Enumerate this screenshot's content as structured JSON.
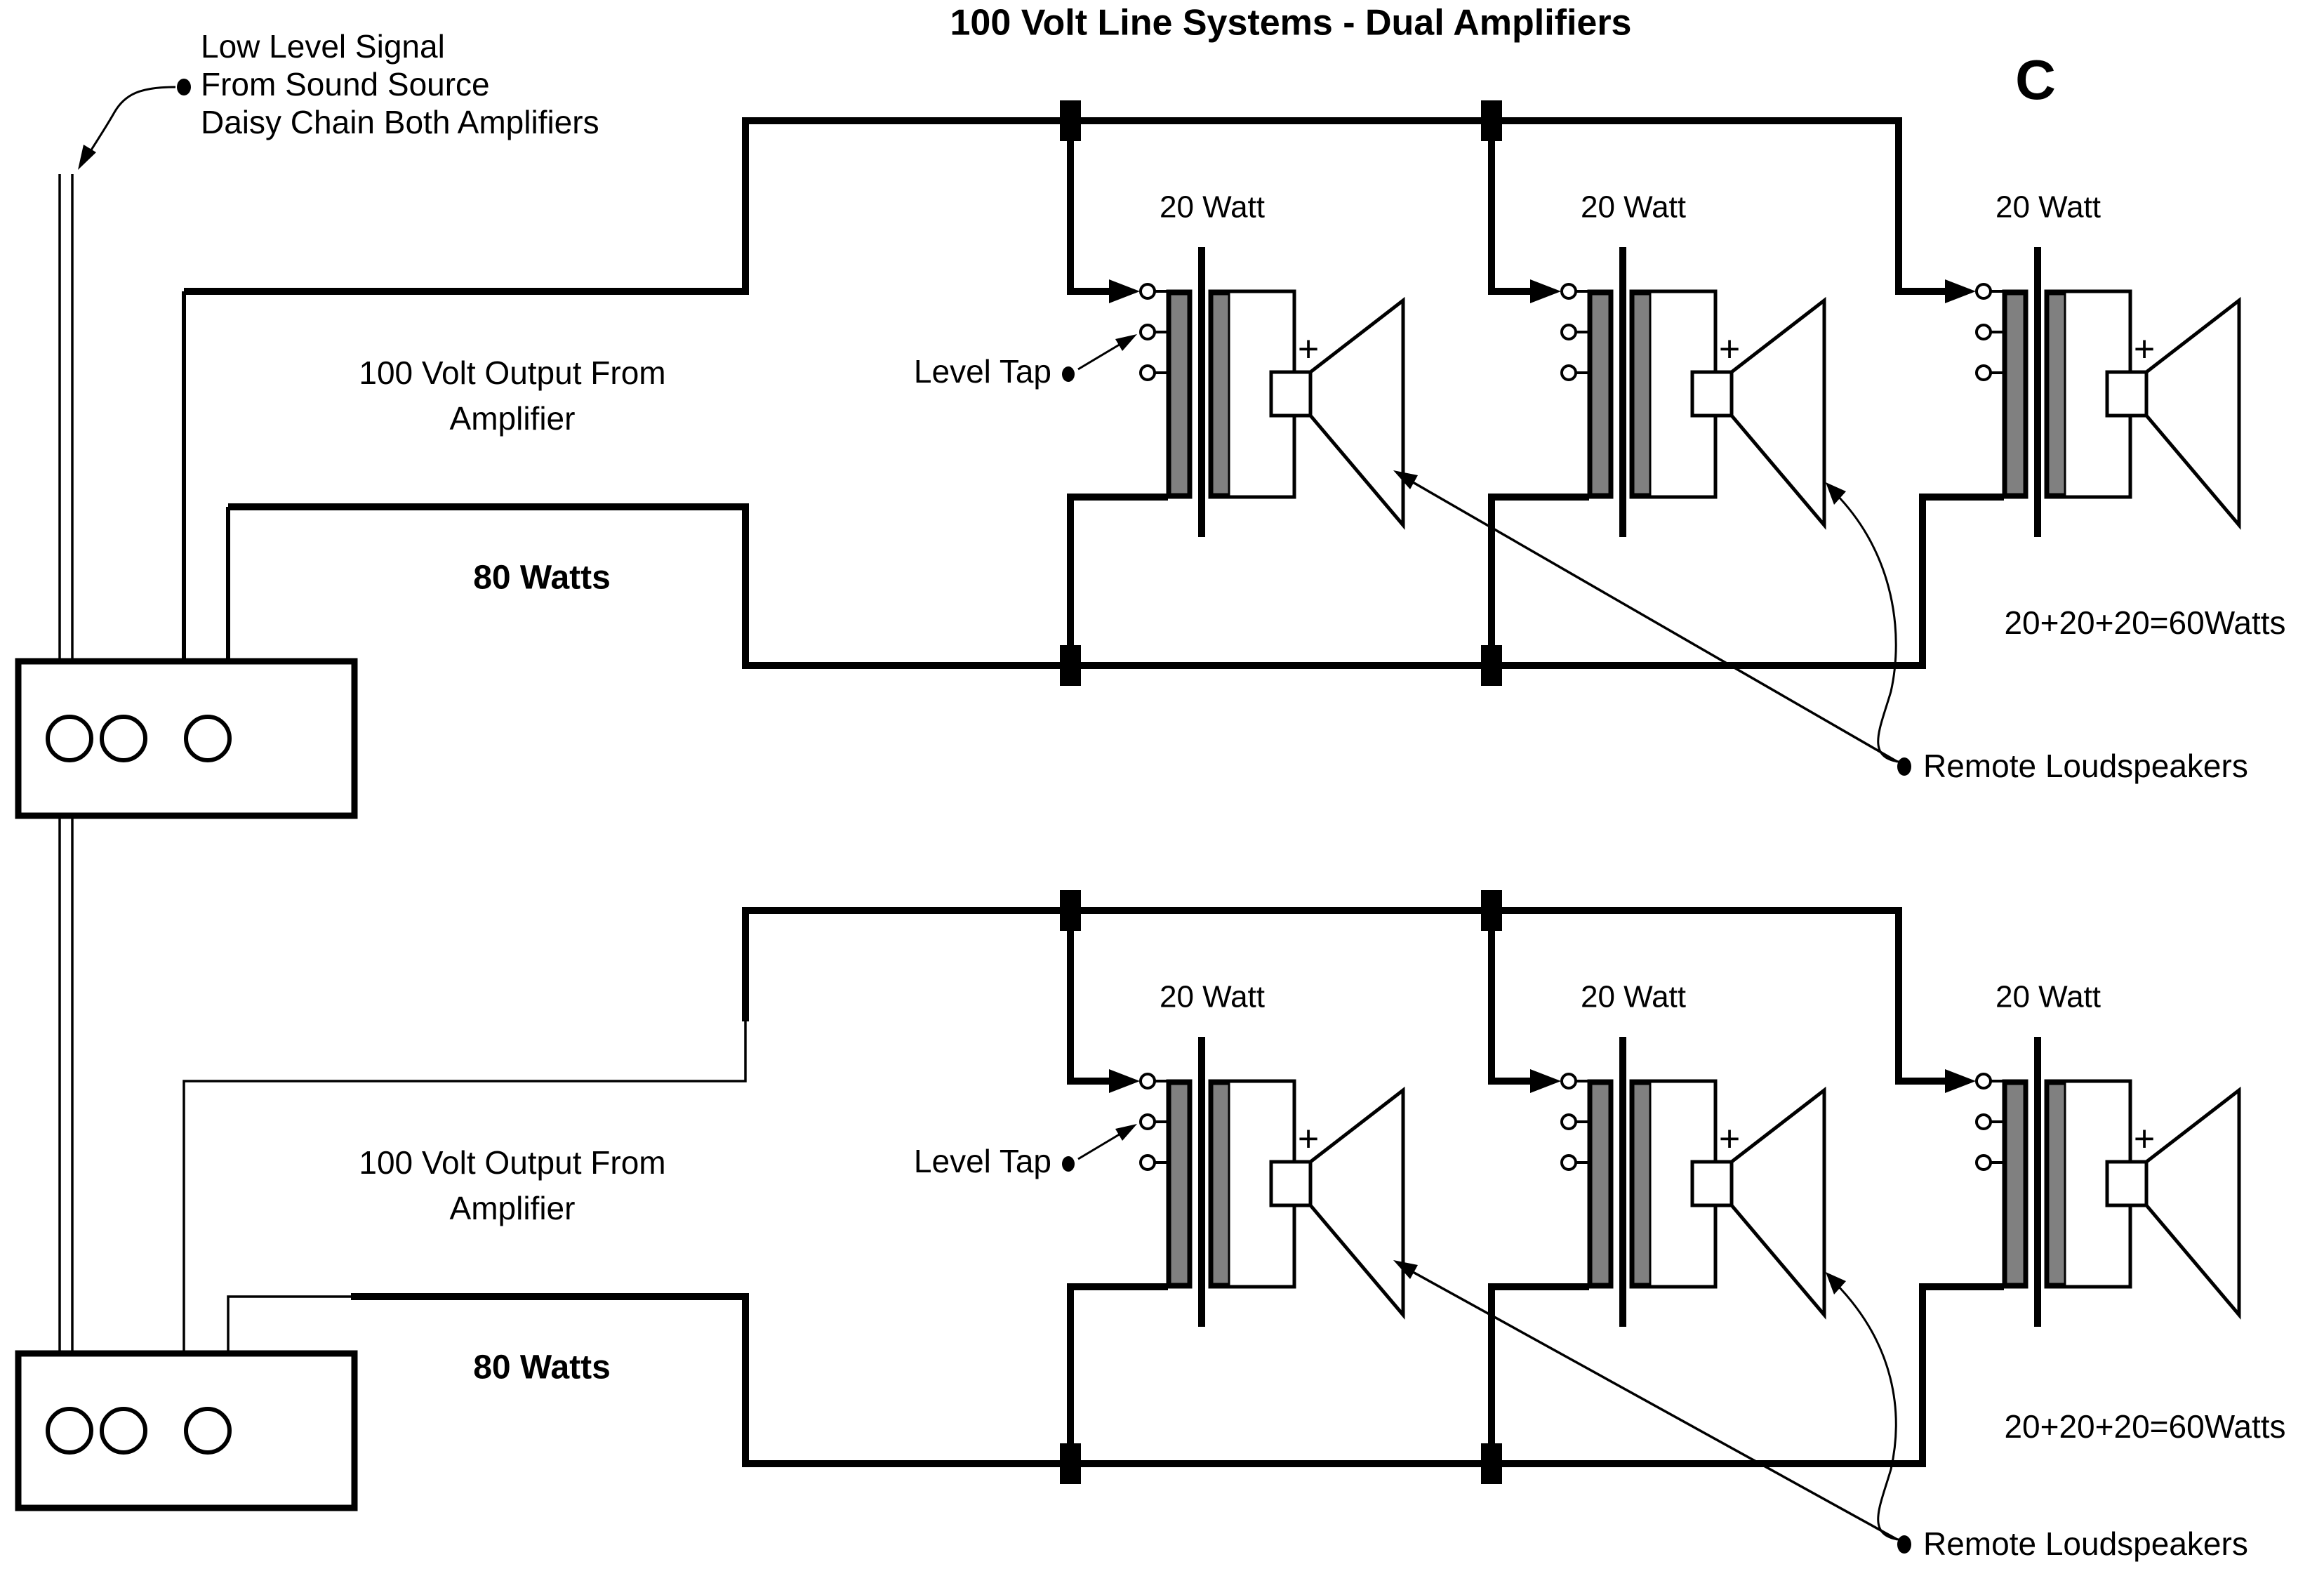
{
  "diagram": {
    "title": "100 Volt Line Systems - Dual Amplifiers",
    "corner_label": "C",
    "source_note": {
      "line1": "Low Level Signal",
      "line2": "From Sound Source",
      "line3": "Daisy Chain Both Amplifiers"
    },
    "labels": {
      "output_line1": "100 Volt Output From",
      "output_line2": "Amplifier",
      "amp_power": "80 Watts",
      "speaker_power": "20 Watt",
      "level_tap": "Level Tap",
      "sum": "20+20+20=60Watts",
      "remote": "Remote Loudspeakers",
      "polarity": "+"
    },
    "colors": {
      "line": "#000000",
      "winding_fill": "#808080",
      "background": "#ffffff"
    }
  }
}
